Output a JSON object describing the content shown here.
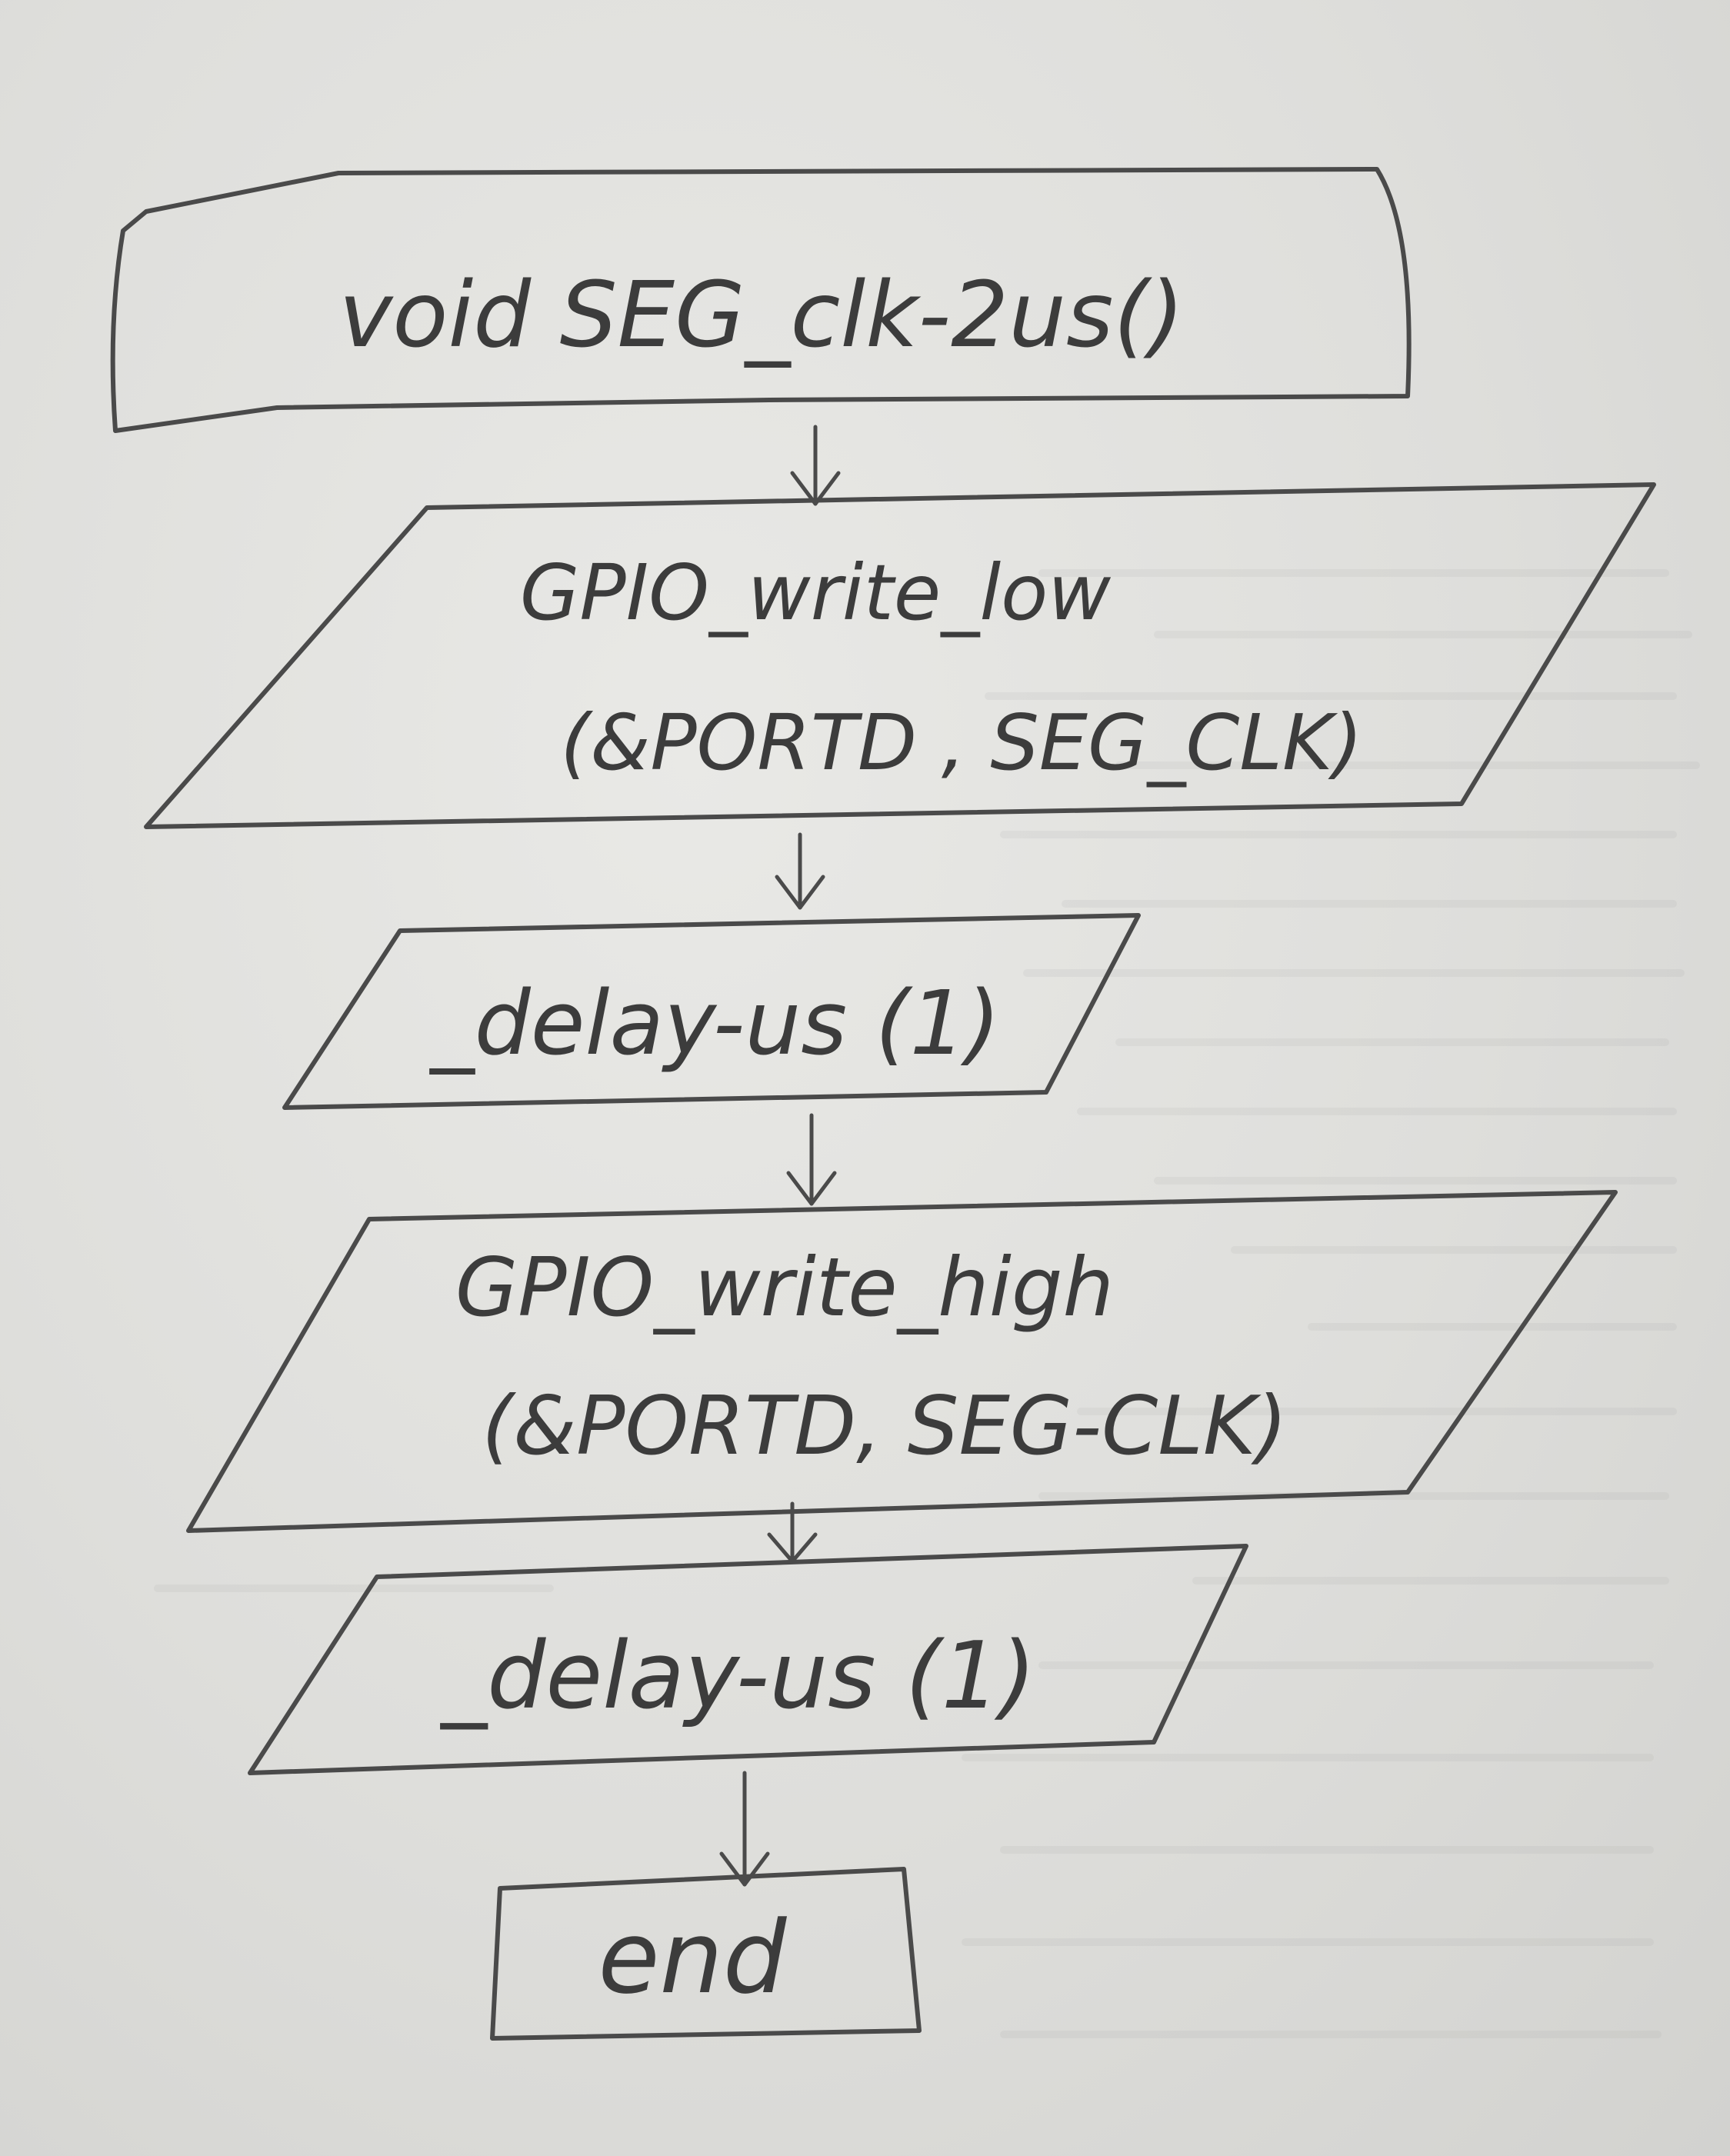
{
  "diagram": {
    "type": "flowchart",
    "nodes": [
      {
        "id": "start",
        "shape": "rounded-rectangle",
        "label": "void SEG_clk-2us()"
      },
      {
        "id": "io1",
        "shape": "parallelogram",
        "label_line1": "GPIO_write_low",
        "label_line2": "(&PORTD , SEG_CLK)"
      },
      {
        "id": "io2",
        "shape": "parallelogram",
        "label": "_delay-us (1)"
      },
      {
        "id": "io3",
        "shape": "parallelogram",
        "label_line1": "GPIO_write_high",
        "label_line2": "(&PORTD, SEG-CLK)"
      },
      {
        "id": "io4",
        "shape": "parallelogram",
        "label": "_delay-us (1)"
      },
      {
        "id": "end",
        "shape": "rectangle",
        "label": "end"
      }
    ],
    "edges": [
      {
        "from": "start",
        "to": "io1"
      },
      {
        "from": "io1",
        "to": "io2"
      },
      {
        "from": "io2",
        "to": "io3"
      },
      {
        "from": "io3",
        "to": "io4"
      },
      {
        "from": "io4",
        "to": "end"
      }
    ]
  },
  "colors": {
    "pencil": "#4a4a4a",
    "paper": "#e3e3e0"
  }
}
